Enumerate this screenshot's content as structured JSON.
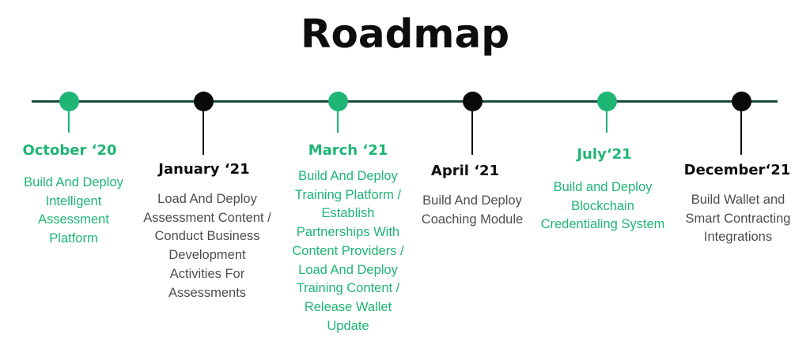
{
  "title": "Roadmap",
  "colors": {
    "green": "#1fb574",
    "dark": "#0a0a0a",
    "line": "#1d4a3c",
    "grey_text": "#4d4d4d"
  },
  "milestones": [
    {
      "date": "October ‘20",
      "description": "Build And Deploy\nIntelligent\nAssessment\nPlatform",
      "color": "green"
    },
    {
      "date": "January ‘21",
      "description": "Load And Deploy\nAssessment Content /\nConduct Business\nDevelopment\nActivities For\nAssessments",
      "color": "dark"
    },
    {
      "date": "March ‘21",
      "description": "Build And Deploy\nTraining Platform /\nEstablish\nPartnerships With\nContent Providers /\nLoad And Deploy\nTraining Content /\nRelease Wallet\nUpdate",
      "color": "green"
    },
    {
      "date": "April ‘21",
      "description": "Build And Deploy\nCoaching Module",
      "color": "dark"
    },
    {
      "date": "July‘21",
      "description": "Build and Deploy\nBlockchain\nCredentialing System",
      "color": "green"
    },
    {
      "date": "December‘21",
      "description": "Build Wallet and\nSmart Contracting\nIntegrations",
      "color": "dark"
    }
  ]
}
